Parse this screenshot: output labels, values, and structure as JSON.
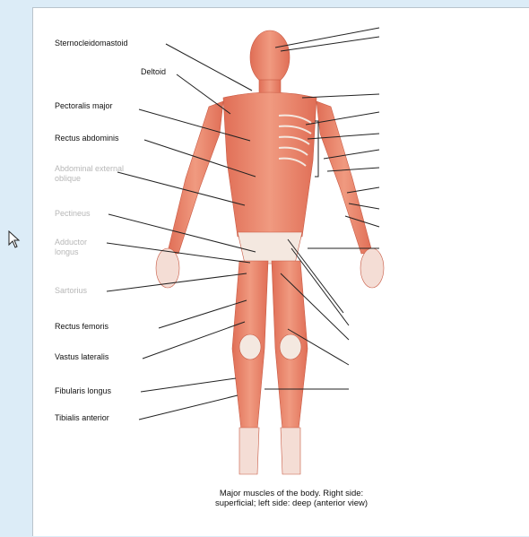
{
  "figure": {
    "labels": [
      {
        "text": "Sternocleidomastoid",
        "faded_prefix": "Ster",
        "rest": "nocleidomastoid"
      },
      {
        "text": "Deltoid"
      },
      {
        "text": "Pectoralis major",
        "faded_prefix": "Pectoralis",
        "rest": " major"
      },
      {
        "text": "Rectus abdominis",
        "faded_prefix": "Rectus",
        "rest": " abdominis"
      },
      {
        "text": "Abdominal external oblique"
      },
      {
        "text": "Pectineus"
      },
      {
        "text": "Adductor longus"
      },
      {
        "text": "Sartorius"
      },
      {
        "text": "Rectus femoris",
        "faded_prefix": "Rectus",
        "rest": " femoris"
      },
      {
        "text": "Vastus lateralis",
        "faded_prefix": "Vastus",
        "rest": " lateralis"
      },
      {
        "text": "Fibularis longus",
        "faded_prefix": "Fibularis",
        "rest": " longus"
      },
      {
        "text": "Tibialis anterior",
        "faded_prefix": "Tibialis",
        "rest": " anterior"
      }
    ],
    "caption": "Major muscles of the body. Right side: superficial; left side: deep (anterior view)",
    "muscle_color": "#e8806a",
    "tendon_color": "#f4e8e0"
  },
  "cursor": {
    "icon": "arrow-cursor-icon"
  }
}
